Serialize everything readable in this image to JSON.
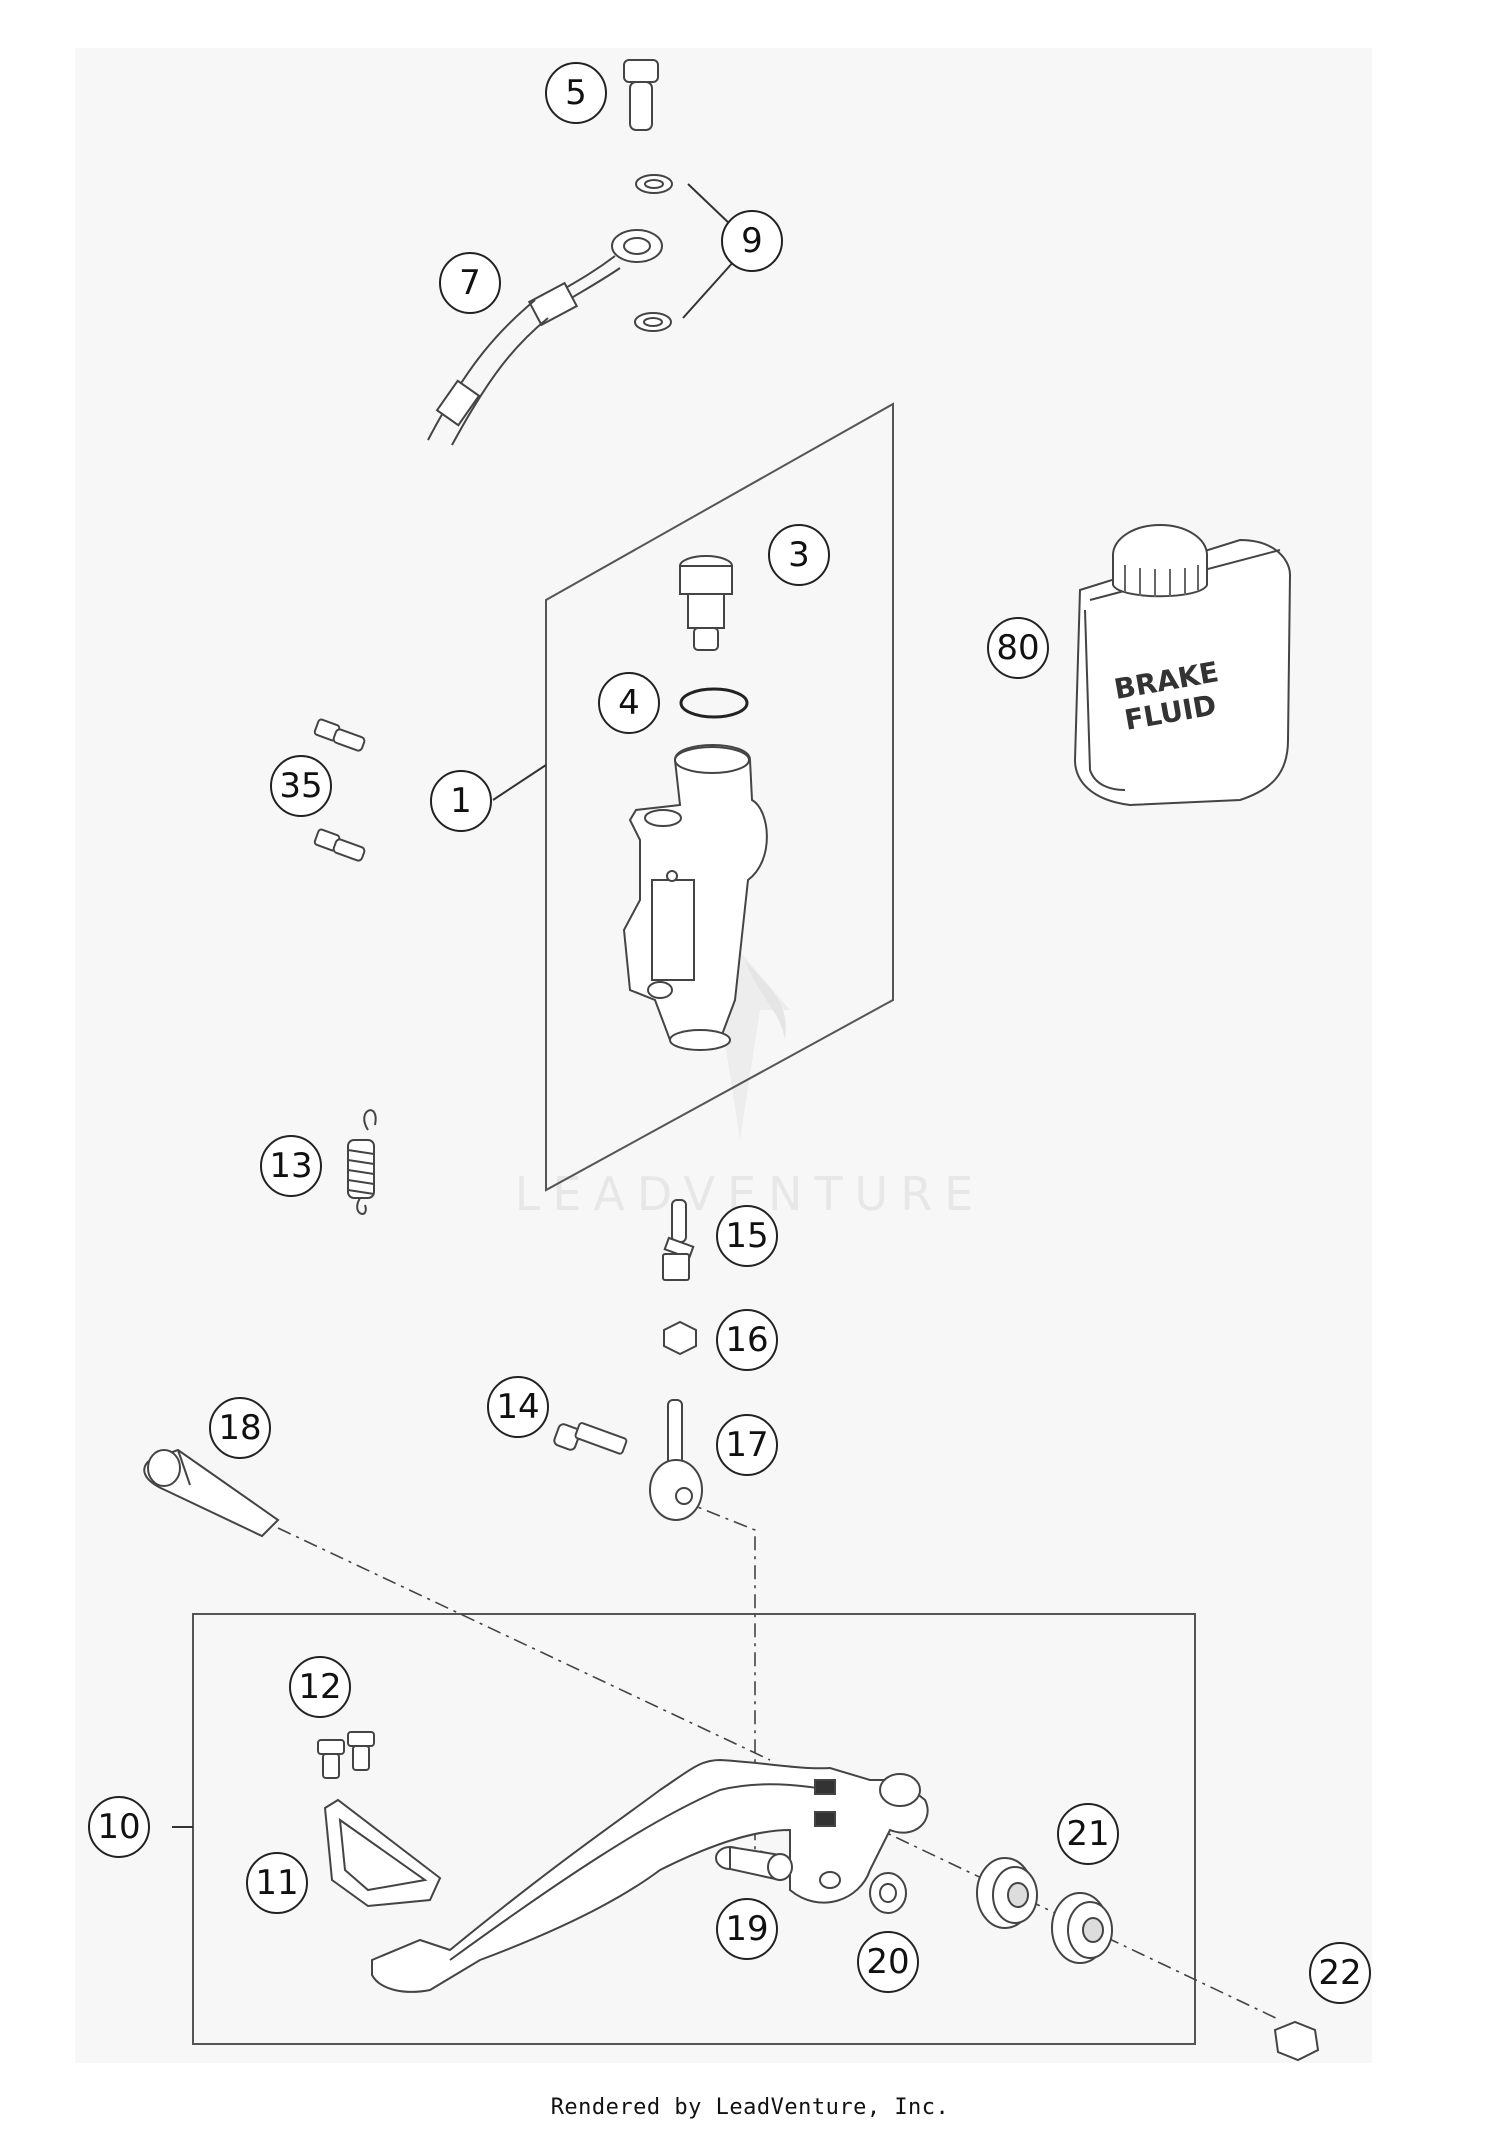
{
  "callouts": [
    {
      "id": "1",
      "label": "1"
    },
    {
      "id": "3",
      "label": "3"
    },
    {
      "id": "4",
      "label": "4"
    },
    {
      "id": "5",
      "label": "5"
    },
    {
      "id": "7",
      "label": "7"
    },
    {
      "id": "9",
      "label": "9"
    },
    {
      "id": "10",
      "label": "10"
    },
    {
      "id": "11",
      "label": "11"
    },
    {
      "id": "12",
      "label": "12"
    },
    {
      "id": "13",
      "label": "13"
    },
    {
      "id": "14",
      "label": "14"
    },
    {
      "id": "15",
      "label": "15"
    },
    {
      "id": "16",
      "label": "16"
    },
    {
      "id": "17",
      "label": "17"
    },
    {
      "id": "18",
      "label": "18"
    },
    {
      "id": "19",
      "label": "19"
    },
    {
      "id": "20",
      "label": "20"
    },
    {
      "id": "21",
      "label": "21"
    },
    {
      "id": "22",
      "label": "22"
    },
    {
      "id": "35",
      "label": "35"
    },
    {
      "id": "80",
      "label": "80"
    }
  ],
  "bottle": {
    "line1": "BRAKE",
    "line2": "FLUID"
  },
  "watermark": "LEADVENTURE",
  "footer": "Rendered by LeadVenture, Inc."
}
